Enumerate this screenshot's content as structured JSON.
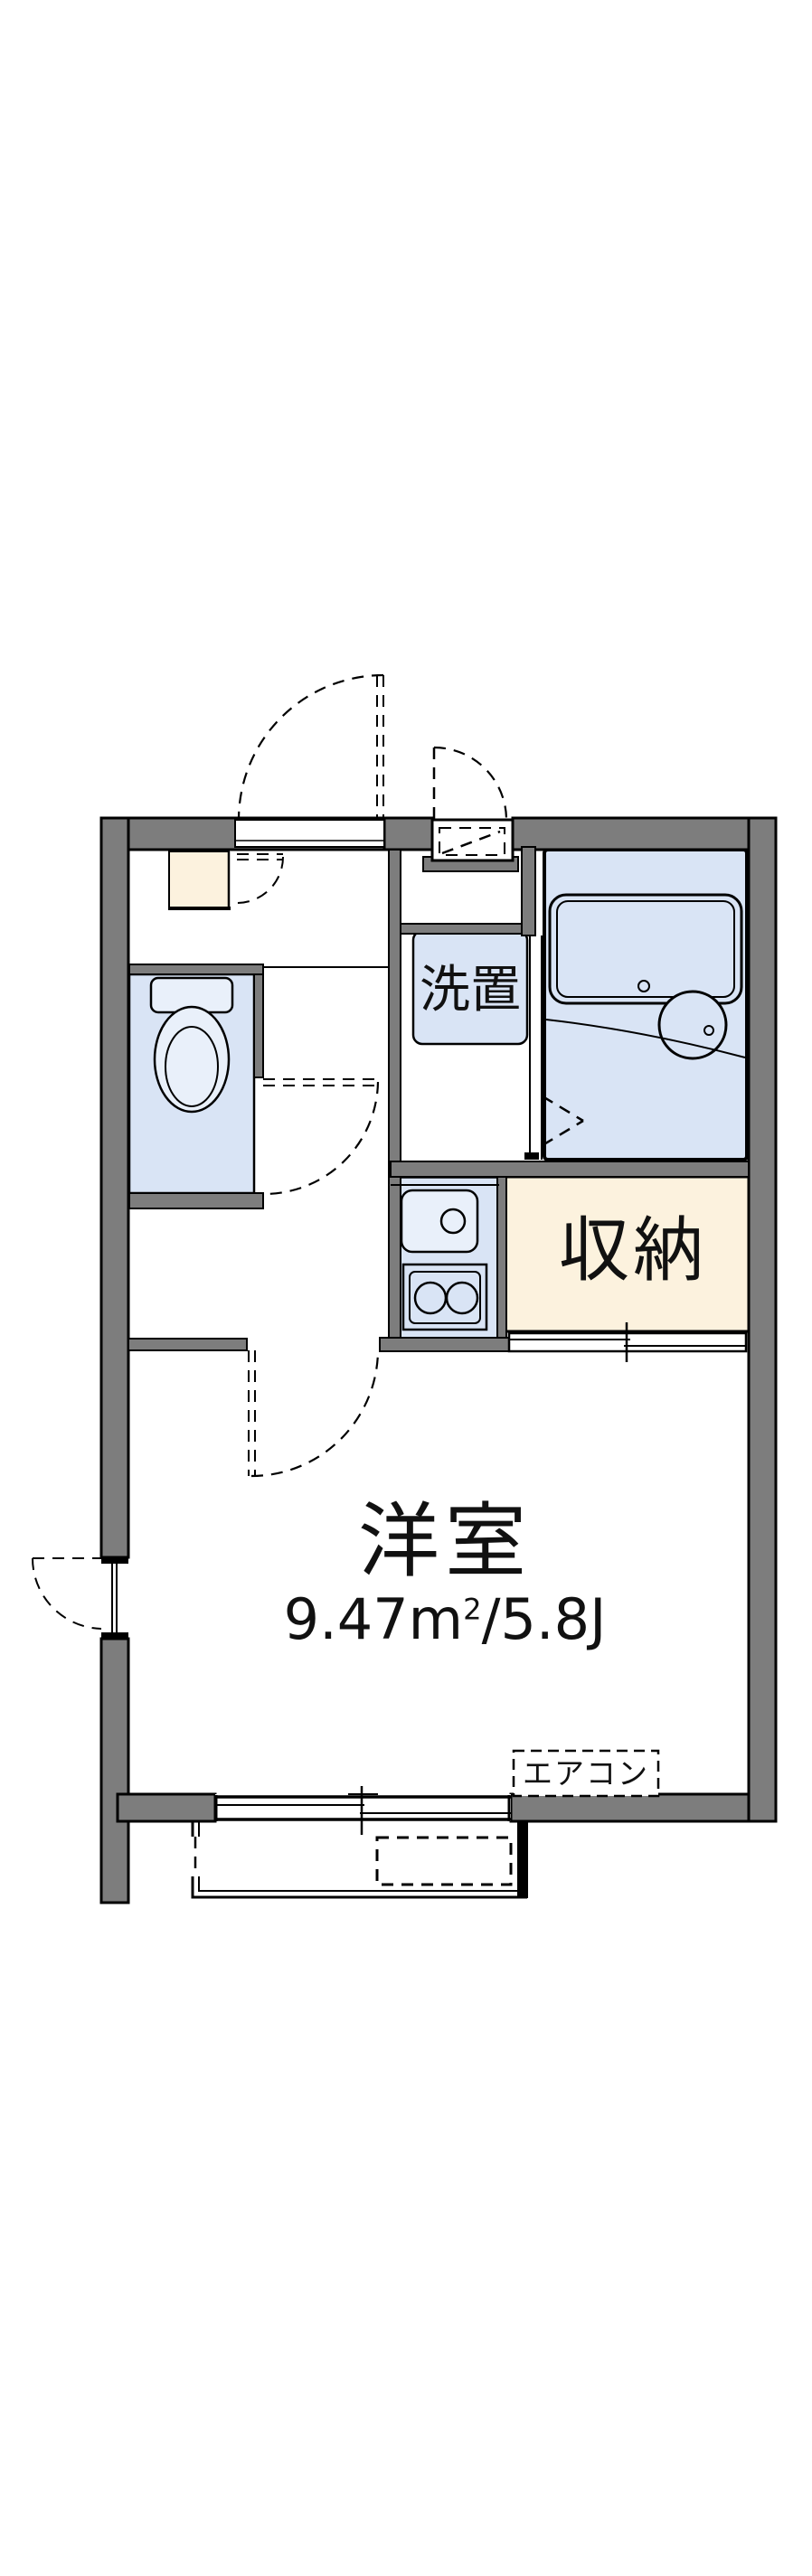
{
  "floorplan": {
    "colors": {
      "background": "#ffffff",
      "wall": "#7d7d7d",
      "line": "#000000",
      "water_blue": "#d9e4f5",
      "water_blue_light": "#e9f0fa",
      "cabinet_beige": "#fcf2de"
    },
    "rooms": {
      "main_room": {
        "name": "洋室",
        "area_text": "9.47㎡/5.8J",
        "area_base": "9.47m",
        "area_sup": "2",
        "area_rest": "/5.8J"
      },
      "storage": {
        "label": "収納"
      },
      "laundry": {
        "label": "洗置"
      },
      "aircon": {
        "label": "エアコン"
      }
    },
    "fixtures": {
      "entrance_door": "entrance-swing-door",
      "ps_box": "pipe-space-hatch",
      "shoe_cabinet": "shoe-cabinet",
      "toilet": "toilet",
      "unit_bath": "unit-bath-with-tub",
      "washer": "washing-machine-space",
      "kitchen": "kitchen-counter-sink-stove",
      "closet_door": "closet-sliding-door",
      "room_door": "room-swing-door",
      "toilet_door": "toilet-swing-door",
      "bath_door": "bathroom-folding-door",
      "side_window": "left-casement-window",
      "main_window": "sliding-window",
      "balcony": "balcony",
      "aircon_area": "air-conditioner-spot"
    }
  }
}
